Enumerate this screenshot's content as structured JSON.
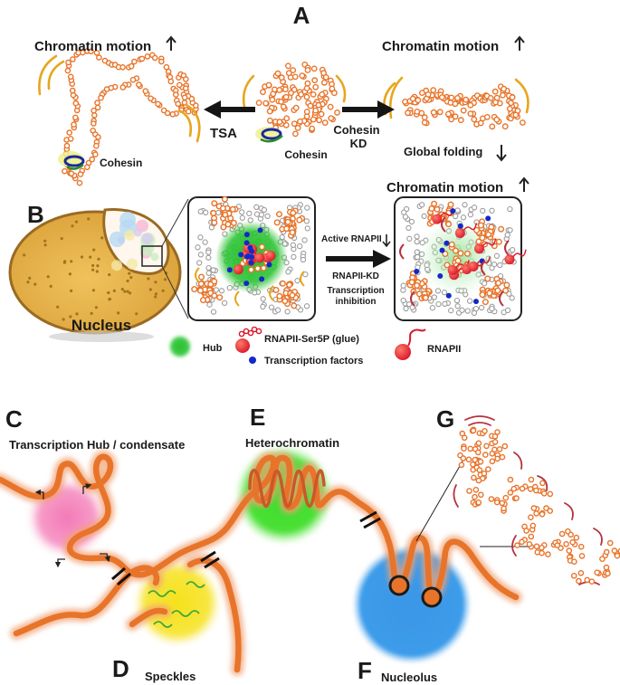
{
  "panels": [
    "A",
    "B",
    "C",
    "D",
    "E",
    "F",
    "G"
  ],
  "panel_a": {
    "motion_up_left": "Chromatin motion",
    "motion_up_right": "Chromatin motion",
    "tsa": "TSA",
    "cohesin_kd_line1": "Cohesin",
    "cohesin_kd_line2": "KD",
    "cohesin_left": "Cohesin",
    "cohesin_center": "Cohesin",
    "global_folding": "Global folding"
  },
  "panel_b": {
    "motion_up": "Chromatin motion",
    "active_rnapii": "Active RNAPII",
    "rnapii_kd": "RNAPII-KD",
    "transcription_line1": "Transcription",
    "transcription_line2": "inhibition",
    "nucleus": "Nucleus",
    "legend_hub": "Hub",
    "legend_rnapii_ser5p": "RNAPII-Ser5P (glue)",
    "legend_tf": "Transcription factors",
    "legend_rnapii": "RNAPII"
  },
  "panel_cg": {
    "transcription_hub": "Transcription Hub / condensate",
    "heterochromatin": "Heterochromatin",
    "speckles": "Speckles",
    "nucleolus": "Nucleolus"
  },
  "colors": {
    "chromatin": "#e8742a",
    "hub_green": "#35c43a",
    "rnapii_red": "#d9192b",
    "tf_blue": "#1428c8",
    "motion_arc": "#e7a61d",
    "motion_red": "#b7323d",
    "nucleus_fill": "#e7b14a",
    "heterochromatin_green": "#5ee34a",
    "speckle_yellow": "#f6e31e",
    "nucleolus_blue": "#3f9be8",
    "condensate_pink": "#f58bc0"
  }
}
